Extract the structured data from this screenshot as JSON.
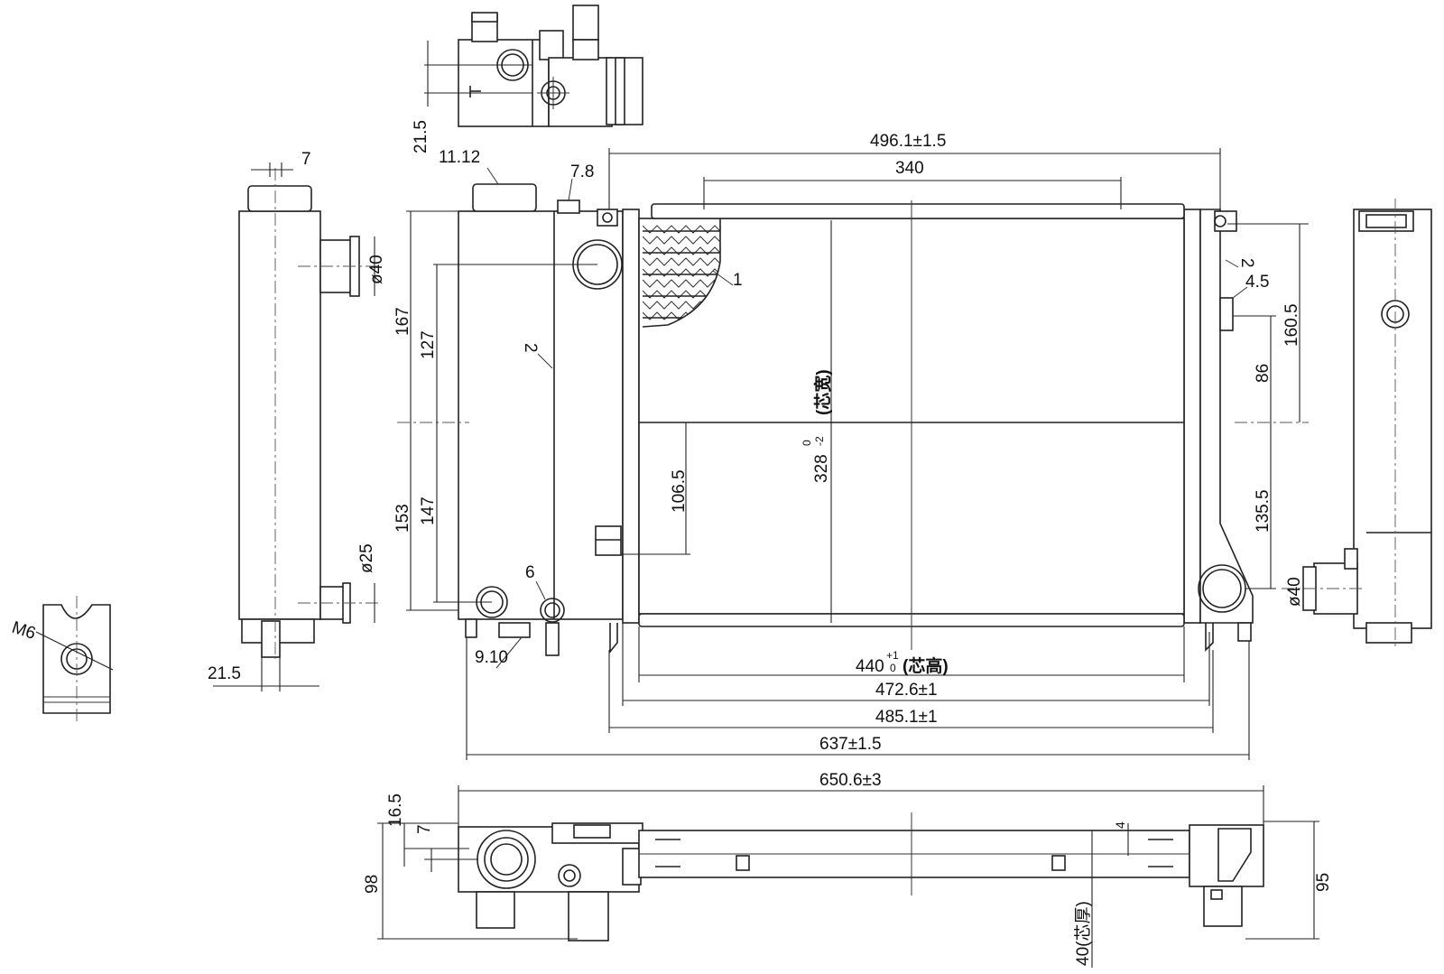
{
  "dimensions": {
    "top_overall": "496.1±1.5",
    "top_span": "340",
    "inlet_offset": "21.5",
    "cap_label": "11.12",
    "tab_label": "7.8",
    "left_pipe_gap": "7",
    "left_pipe_dia_top": "ø40",
    "left_pipe_dia_bottom": "ø25",
    "left_bottom_offset": "21.5",
    "height_upper_tank": "167",
    "height_upper_inner": "127",
    "height_lower_tank": "153",
    "height_lower_inner": "147",
    "lower_outlet": "106.5",
    "core_height": "328",
    "core_height_tol_upper": "0",
    "core_height_tol_lower": "-2",
    "core_height_note": "(芯宽)",
    "core_width": "440",
    "core_width_tol_upper": "+1",
    "core_width_tol_lower": "0",
    "core_width_note": "(芯高)",
    "width_472": "472.6±1",
    "width_485": "485.1±1",
    "width_637": "637±1.5",
    "width_650": "650.6±3",
    "right_upper": "160.5",
    "right_mid": "86",
    "right_lower": "135.5",
    "right_tab": "4.5",
    "right_outlet_dia": "ø40",
    "bottom_drain": "9.10",
    "drain_callout": "6",
    "thread": "M6",
    "bottom_view_height_left": "98",
    "bottom_view_offset_a": "16.5",
    "bottom_view_offset_b": "7",
    "bottom_view_height_right": "95",
    "bottom_view_core_depth": "40(芯厚)",
    "bottom_view_small": "4"
  },
  "callouts": {
    "fin_callout": "1",
    "tank_callout_left": "2",
    "tank_callout_right": "2"
  }
}
